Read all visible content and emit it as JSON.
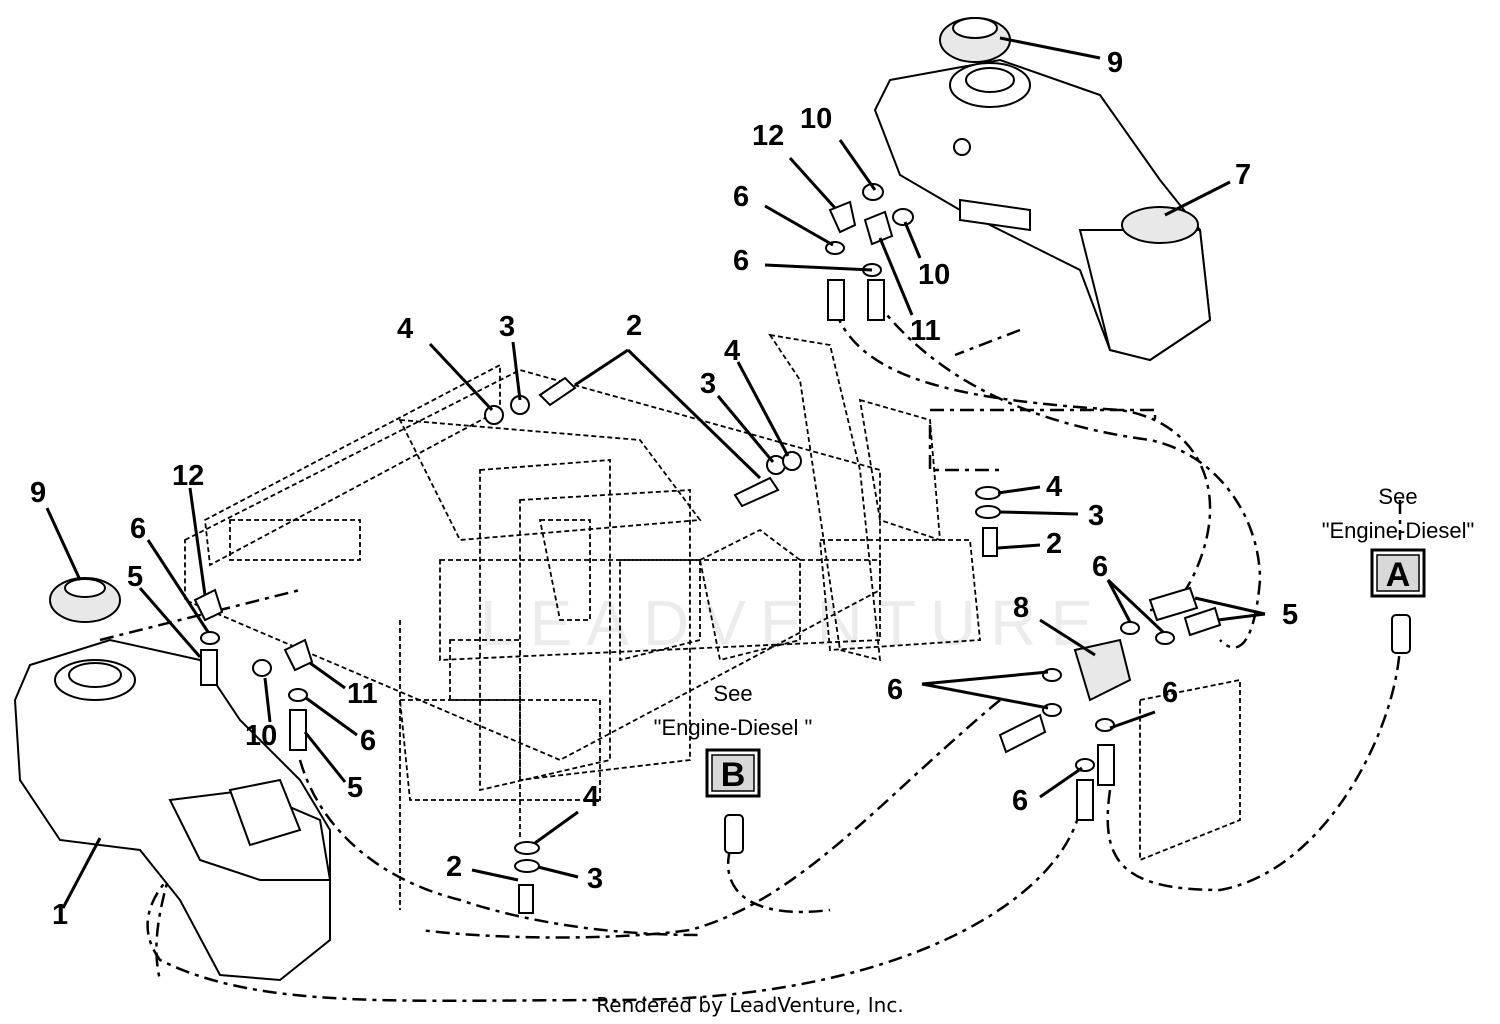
{
  "diagram": {
    "callouts": [
      {
        "id": "c9a",
        "label": "9"
      },
      {
        "id": "c10a",
        "label": "10"
      },
      {
        "id": "c12a",
        "label": "12"
      },
      {
        "id": "c7",
        "label": "7"
      },
      {
        "id": "c6a",
        "label": "6"
      },
      {
        "id": "c10b",
        "label": "10"
      },
      {
        "id": "c6b",
        "label": "6"
      },
      {
        "id": "c11a",
        "label": "11"
      },
      {
        "id": "c4a",
        "label": "4"
      },
      {
        "id": "c3a",
        "label": "3"
      },
      {
        "id": "c2a",
        "label": "2"
      },
      {
        "id": "c4b",
        "label": "4"
      },
      {
        "id": "c3b",
        "label": "3"
      },
      {
        "id": "c9b",
        "label": "9"
      },
      {
        "id": "c12b",
        "label": "12"
      },
      {
        "id": "c4c",
        "label": "4"
      },
      {
        "id": "c3c",
        "label": "3"
      },
      {
        "id": "c2b",
        "label": "2"
      },
      {
        "id": "c6c",
        "label": "6"
      },
      {
        "id": "c5a",
        "label": "5"
      },
      {
        "id": "c6d",
        "label": "6"
      },
      {
        "id": "c8",
        "label": "8"
      },
      {
        "id": "c5b",
        "label": "5"
      },
      {
        "id": "c11b",
        "label": "11"
      },
      {
        "id": "c10c",
        "label": "10"
      },
      {
        "id": "c6e",
        "label": "6"
      },
      {
        "id": "c5c",
        "label": "5"
      },
      {
        "id": "c6f",
        "label": "6"
      },
      {
        "id": "c6g",
        "label": "6"
      },
      {
        "id": "c4d",
        "label": "4"
      },
      {
        "id": "c6h",
        "label": "6"
      },
      {
        "id": "c1",
        "label": "1"
      },
      {
        "id": "c2c",
        "label": "2"
      },
      {
        "id": "c3d",
        "label": "3"
      }
    ],
    "references": [
      {
        "id": "refA",
        "see": "See",
        "target": "\"Engine-Diesel\"",
        "letter": "A"
      },
      {
        "id": "refB",
        "see": "See",
        "target": "\"Engine-Diesel \"",
        "letter": "B"
      }
    ],
    "watermark": "LEADVENTURE",
    "footer": "Rendered by LeadVenture, Inc."
  }
}
